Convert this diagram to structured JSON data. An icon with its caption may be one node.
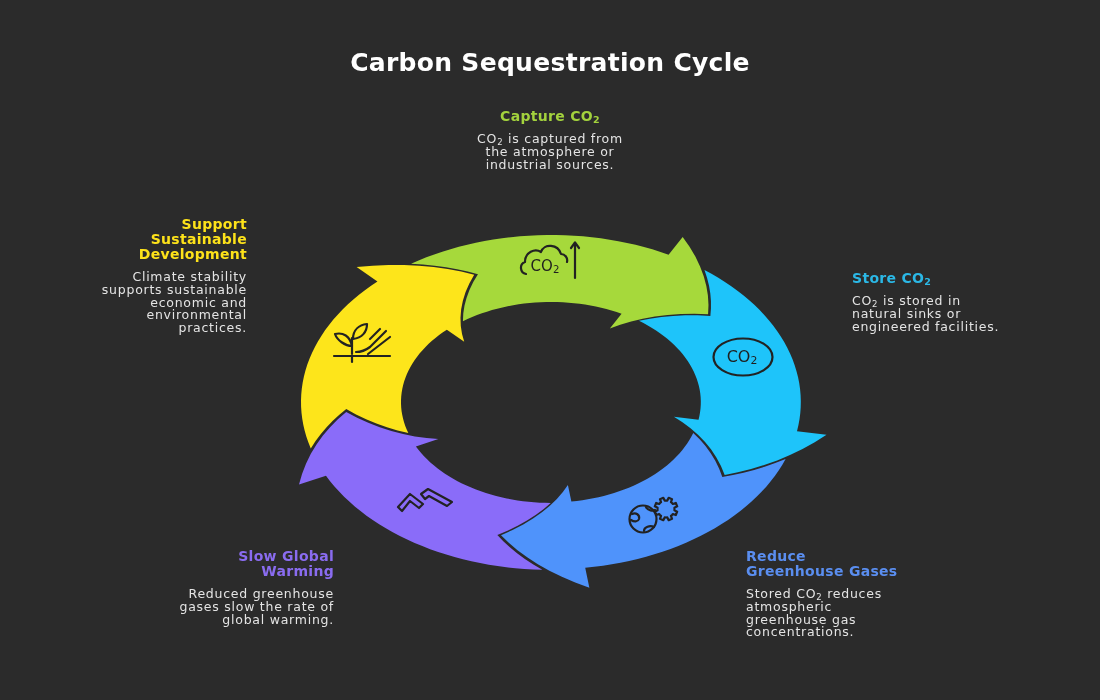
{
  "diagram": {
    "title": "Carbon Sequestration Cycle",
    "nodes": [
      {
        "text": [],
        "shape": "arrow",
        "beside": [
          "Capture CO$_{2}$",
          "CO$_{2}$ is captured from the atmosphere or industrial sources."
        ]
      },
      {
        "text": [],
        "shape": "arrow",
        "beside": [
          "Store CO$_{2}$",
          "CO$_{2}$ is stored in natural sinks or engineered facilities."
        ]
      },
      {
        "text": [],
        "shape": "arrow",
        "beside": [
          "Reduce Greenhouse Gases",
          "Stored CO$_{2}$ reduces atmospheric greenhouse gas concentrations."
        ]
      },
      {
        "text": [],
        "shape": "arrow",
        "beside": [
          "Slow Global Warming",
          "Reduced greenhouse gases slow the rate of global warming."
        ]
      },
      {
        "text": [],
        "shape": "arrow",
        "beside": [
          "Support Sustainable Development",
          "Climate stability supports sustainable economic and environmental practices."
        ]
      }
    ],
    "labels": [
      "CO$_{2}$",
      "CO$_{2}$"
    ]
  }
}
